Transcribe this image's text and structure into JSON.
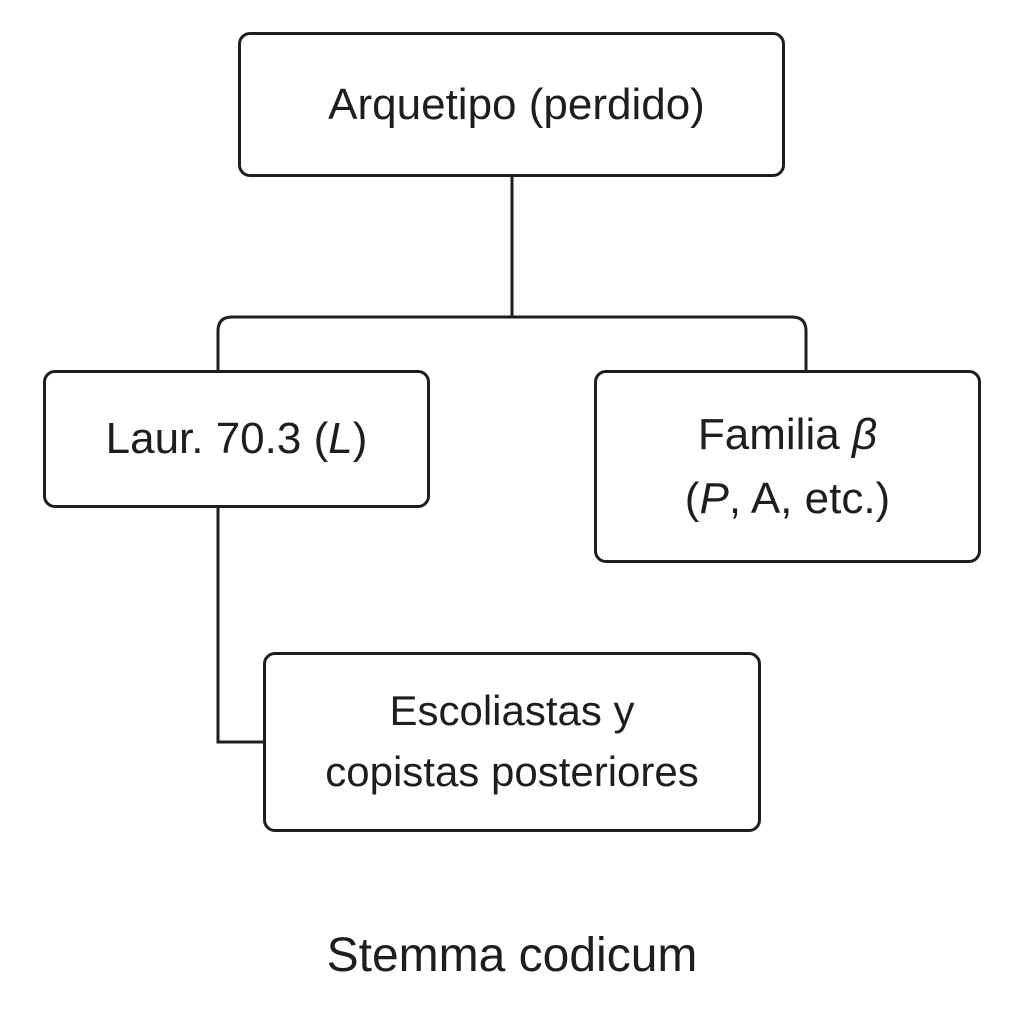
{
  "diagram": {
    "nodes": {
      "root": {
        "text": "Arquetipo (perdido)"
      },
      "laur": {
        "text_pre": "Laur. 70.3 (",
        "text_em": "L",
        "text_post": ")"
      },
      "beta": {
        "line1_pre": "Familia ",
        "line1_em": "β",
        "line2_pre": "(",
        "line2_em": "P",
        "line2_post": ", A, etc.)"
      },
      "esc": {
        "line1": "Escoliastas y",
        "line2": "copistas posteriores"
      }
    },
    "edges": [
      {
        "from": "root",
        "to": "laur"
      },
      {
        "from": "root",
        "to": "beta"
      },
      {
        "from": "laur",
        "to": "esc"
      }
    ],
    "caption": "Stemma codicum"
  }
}
